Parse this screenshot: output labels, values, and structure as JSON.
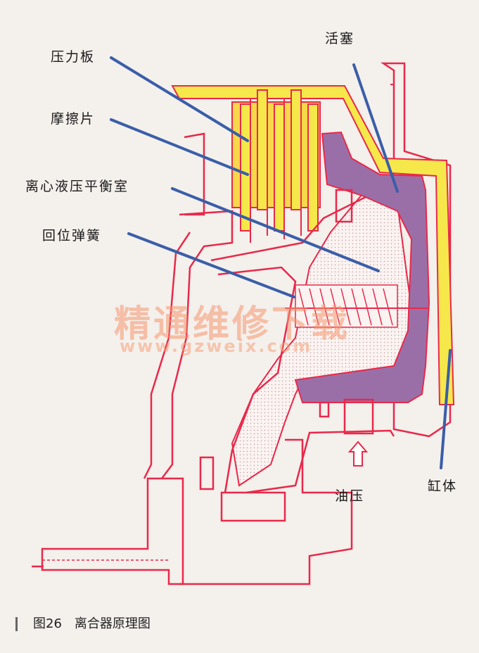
{
  "labels": {
    "pressure_plate": "压力板",
    "friction_plate": "摩擦片",
    "balance_chamber": "离心液压平衡室",
    "return_spring": "回位弹簧",
    "piston": "活塞",
    "oil_pressure": "油压",
    "cylinder": "缸体"
  },
  "watermark": {
    "text": "精通维修下载",
    "url": "www.gzweix.com"
  },
  "caption": {
    "figure_number": "图26",
    "title": "离合器原理图"
  },
  "colors": {
    "outline": "#e8294a",
    "yellow": "#f6e84a",
    "purple": "#9a6fa8",
    "leader": "#3a5ea8",
    "dots": "#f0dede"
  }
}
